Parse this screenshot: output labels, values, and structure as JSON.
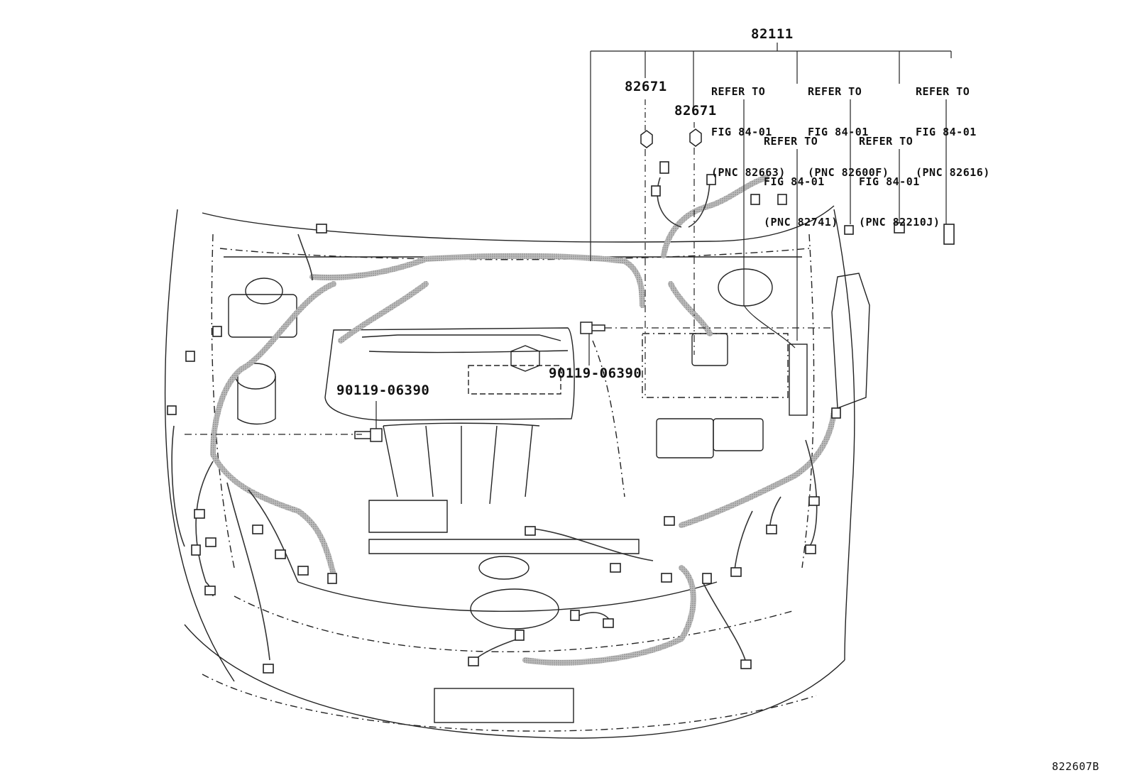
{
  "callouts": {
    "main_harness": "82111",
    "clamp_a": "82671",
    "clamp_b": "82671",
    "bolt_a": "90119-06390",
    "bolt_b": "90119-06390"
  },
  "references": [
    {
      "line1": "REFER TO",
      "line2": "FIG 84-01",
      "line3": "(PNC 82663)"
    },
    {
      "line1": "REFER TO",
      "line2": "FIG 84-01",
      "line3": "(PNC 82600F)"
    },
    {
      "line1": "REFER TO",
      "line2": "FIG 84-01",
      "line3": "(PNC 82616)"
    },
    {
      "line1": "REFER TO",
      "line2": "FIG 84-01",
      "line3": "(PNC 82741)"
    },
    {
      "line1": "REFER TO",
      "line2": "FIG 84-01",
      "line3": "(PNC 82210J)"
    }
  ],
  "illustration_number": "822607B"
}
